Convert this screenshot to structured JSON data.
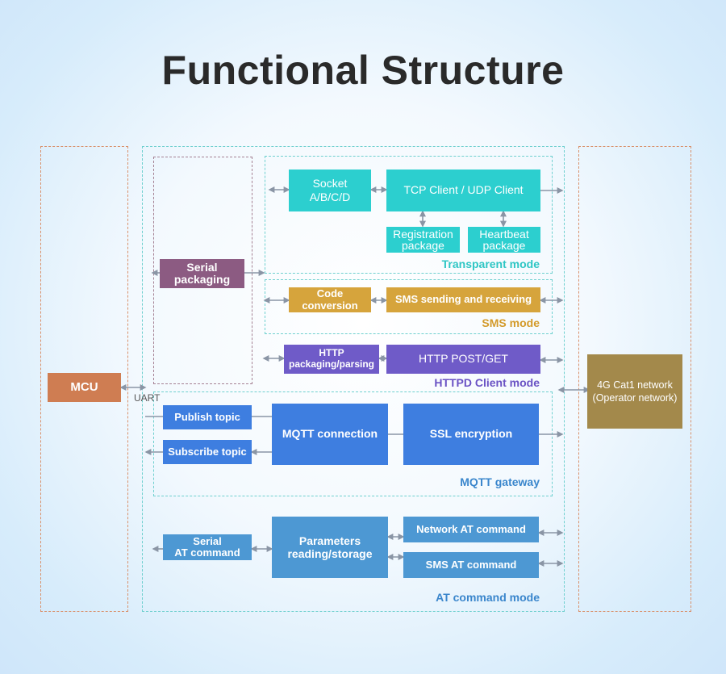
{
  "title": "Functional Structure",
  "colors": {
    "teal": "#2ccfcf",
    "gold": "#d6a43c",
    "violet": "#6f5bc8",
    "blue": "#3e7ee0",
    "mauve": "#8c5b82",
    "orange": "#cf7d52",
    "olive": "#a3894b",
    "steel": "#4d98d3",
    "arrow": "#8a95a5"
  },
  "mcu": {
    "label": "MCU",
    "uart": "UART"
  },
  "network": {
    "label": "4G Cat1 network\n(Operator network)"
  },
  "serial_packaging": "Serial\npackaging",
  "transparent": {
    "mode": "Transparent mode",
    "socket": "Socket\nA/B/C/D",
    "tcp": "TCP Client / UDP Client",
    "registration": "Registration\npackage",
    "heartbeat": "Heartbeat\npackage"
  },
  "sms": {
    "mode": "SMS mode",
    "code": "Code\nconversion",
    "sending": "SMS sending and receiving"
  },
  "httpd": {
    "mode": "HTTPD Client mode",
    "packaging": "HTTP\npackaging/parsing",
    "post": "HTTP POST/GET"
  },
  "mqtt": {
    "mode": "MQTT gateway",
    "publish": "Publish topic",
    "subscribe": "Subscribe topic",
    "connection": "MQTT connection",
    "ssl": "SSL encryption"
  },
  "at": {
    "mode": "AT command mode",
    "serial": "Serial\nAT command",
    "params": "Parameters\nreading/storage",
    "network": "Network AT command",
    "sms": "SMS AT command"
  }
}
